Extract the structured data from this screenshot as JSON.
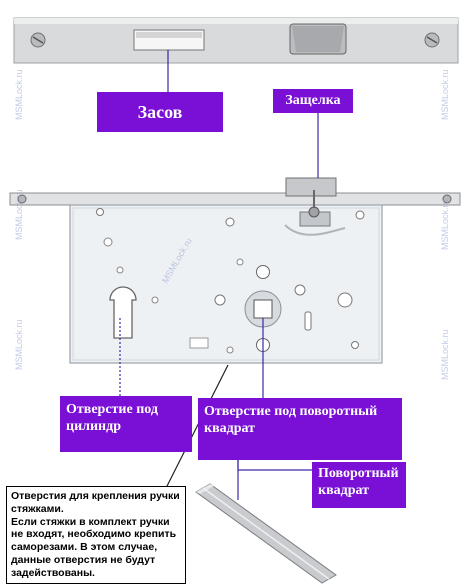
{
  "labels": {
    "deadbolt": "Засов",
    "latch": "Защелка",
    "cylinder_hole": "Отверстие под цилиндр",
    "square_hole": "Отверстие под поворотный квадрат",
    "spindle": "Поворотный квадрат"
  },
  "note": {
    "line1": "Отверстия для крепления ручки стяжками.",
    "line2": "Если стяжки в комплект ручки не входят, необходимо крепить саморезами. В этом случае, данные отверстия не будут задействованы."
  },
  "watermark": "MSMLock.ru",
  "colors": {
    "label_bg": "#7a0fd6",
    "label_text": "#ffffff",
    "lock_body": "#eef1f4",
    "faceplate": "#d9dadc"
  }
}
